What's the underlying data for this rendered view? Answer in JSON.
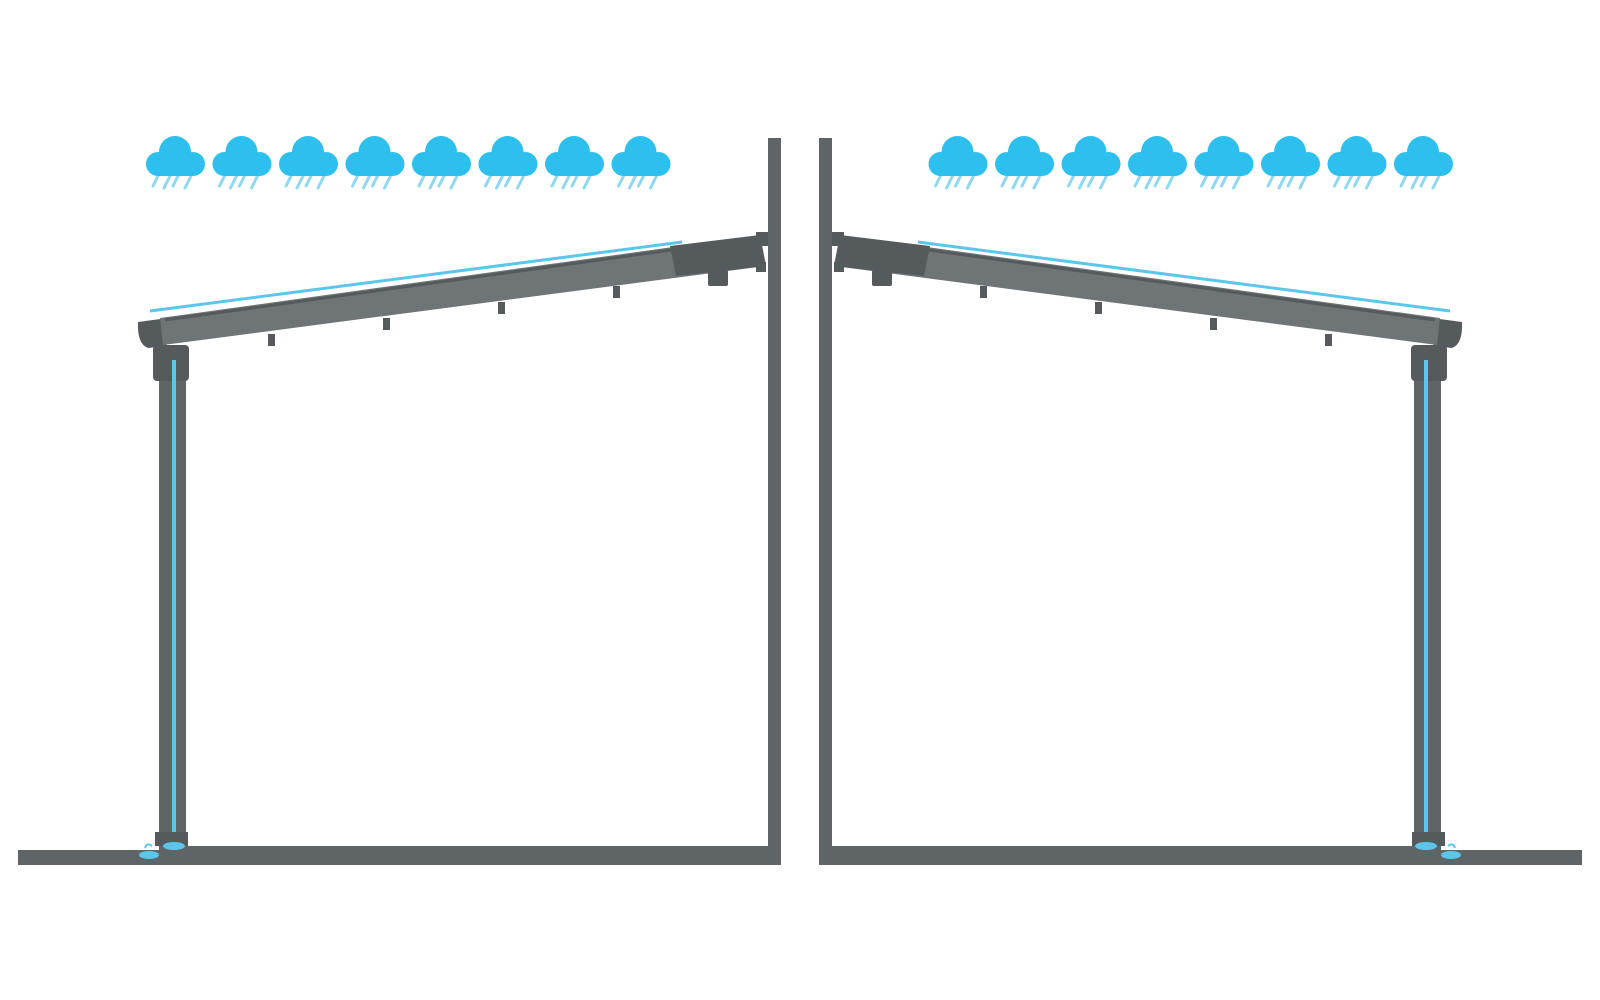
{
  "colors": {
    "background": "#ffffff",
    "structure": "#5f6467",
    "roof_panel": "#6f7477",
    "roof_dark": "#555a5d",
    "cloud": "#2dbfee",
    "rain": "#8fd8f3",
    "water": "#5cc6ea"
  },
  "icons": {
    "cloud": "cloud-rain-icon"
  },
  "scenes": [
    {
      "name": "left-installation",
      "mirrored": false,
      "cloud_count": 8
    },
    {
      "name": "right-installation",
      "mirrored": true,
      "cloud_count": 8
    }
  ]
}
